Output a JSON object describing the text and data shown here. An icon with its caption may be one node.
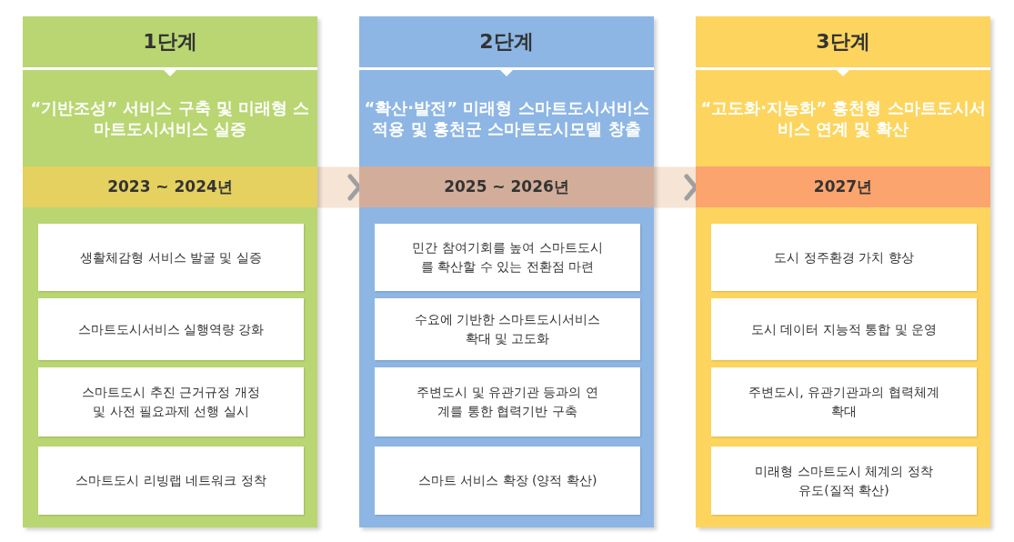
{
  "diagram": {
    "nodes": [
      {
        "text": [
          "1단계",
          "“기반조성” 서비스 구축 및 미래형 스마트도시서비스 실증",
          "2023 ~ 2024년"
        ]
      },
      {
        "text": [
          "생활체감형 서비스 발굴 및 실증"
        ],
        "in": 0
      },
      {
        "text": [
          "스마트도시서비스 실행역량 강화"
        ],
        "in": 0
      },
      {
        "text": [
          "스마트도시 추진 근거규정 개정 및 사전 필요과제 선행 실시"
        ],
        "in": 0
      },
      {
        "text": [
          "스마트도시 리빙랩 네트워크 정착"
        ],
        "in": 0
      },
      {
        "text": [
          "2단계",
          "“확산·발전” 미래형 스마트도시서비스 적용 및 홍천군 스마트도시모델 창출",
          "2025 ~ 2026년"
        ]
      },
      {
        "text": [
          "민간 참여기회를 높여 스마트도시를 확산할 수 있는 전환점 마련"
        ],
        "in": 5
      },
      {
        "text": [
          "수요에 기반한 스마트도시서비스 확대 및 고도화"
        ],
        "in": 5
      },
      {
        "text": [
          "주변도시 및 유관기관 등과의 연계를 통한 협력기반 구축"
        ],
        "in": 5
      },
      {
        "text": [
          "스마트 서비스 확장 (양적 확산)"
        ],
        "in": 5
      },
      {
        "text": [
          "3단계",
          "“고도화·지능화” 홍천형 스마트도시서비스 연계 및 확산",
          "2027년"
        ]
      },
      {
        "text": [
          "도시 정주환경 가치 향상"
        ],
        "in": 10
      },
      {
        "text": [
          "도시 데이터 지능적 통합 및 운영"
        ],
        "in": 10
      },
      {
        "text": [
          "주변도시, 유관기관과의 협력체계 확대"
        ],
        "in": 10
      },
      {
        "text": [
          "미래형 스마트도시 체계의 정착 유도(질적 확산)"
        ],
        "in": 10
      }
    ],
    "edges": [
      {
        "from": 0,
        "to": 5,
        "arrow": "to"
      },
      {
        "from": 5,
        "to": 10,
        "arrow": "to"
      }
    ]
  }
}
